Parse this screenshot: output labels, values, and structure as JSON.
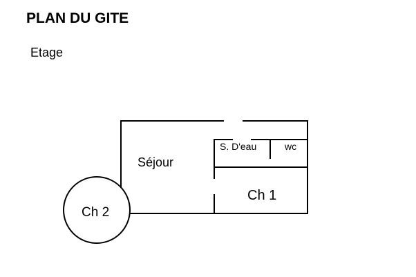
{
  "page": {
    "title": "PLAN DU GITE",
    "floor_label": "Etage"
  },
  "rooms": {
    "sejour": "Séjour",
    "salle_deau": "S. D'eau",
    "wc": "wc",
    "chambre1": "Ch 1",
    "chambre2": "Ch 2"
  },
  "colors": {
    "wall": "#000000",
    "background": "#ffffff"
  }
}
